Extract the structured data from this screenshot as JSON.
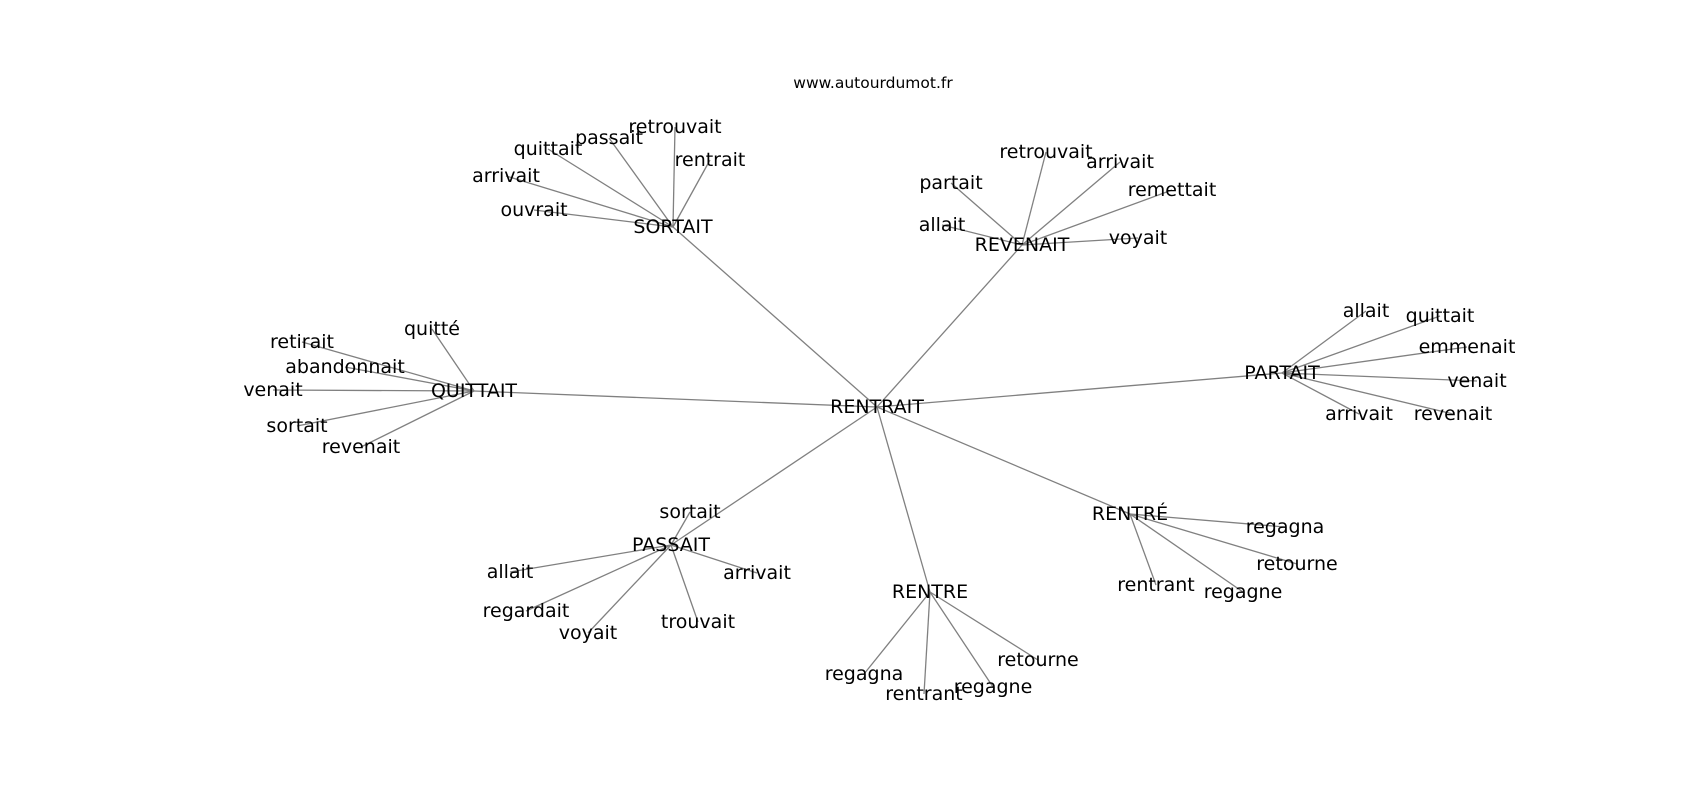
{
  "site": "www.autourdumot.fr",
  "graph": {
    "center": {
      "id": "rentrait",
      "label": "RENTRAIT"
    },
    "hubs": [
      {
        "id": "sortait",
        "label": "SORTAIT",
        "leaves": [
          {
            "id": "s-ouvrait",
            "label": "ouvrait"
          },
          {
            "id": "s-arrivait",
            "label": "arrivait"
          },
          {
            "id": "s-quittait",
            "label": "quittait"
          },
          {
            "id": "s-passait",
            "label": "passait"
          },
          {
            "id": "s-retrouvait",
            "label": "retrouvait"
          },
          {
            "id": "s-rentrait",
            "label": "rentrait"
          }
        ]
      },
      {
        "id": "revenait",
        "label": "REVENAIT",
        "leaves": [
          {
            "id": "rv-allait",
            "label": "allait"
          },
          {
            "id": "rv-partait",
            "label": "partait"
          },
          {
            "id": "rv-retrouvait",
            "label": "retrouvait"
          },
          {
            "id": "rv-arrivait",
            "label": "arrivait"
          },
          {
            "id": "rv-remettait",
            "label": "remettait"
          },
          {
            "id": "rv-voyait",
            "label": "voyait"
          }
        ]
      },
      {
        "id": "partait",
        "label": "PARTAIT",
        "leaves": [
          {
            "id": "p-allait",
            "label": "allait"
          },
          {
            "id": "p-quittait",
            "label": "quittait"
          },
          {
            "id": "p-emmenait",
            "label": "emmenait"
          },
          {
            "id": "p-venait",
            "label": "venait"
          },
          {
            "id": "p-revenait",
            "label": "revenait"
          },
          {
            "id": "p-arrivait",
            "label": "arrivait"
          }
        ]
      },
      {
        "id": "quittait",
        "label": "QUITTAIT",
        "leaves": [
          {
            "id": "q-quitte",
            "label": "quitté"
          },
          {
            "id": "q-retirait",
            "label": "retirait"
          },
          {
            "id": "q-abandonnait",
            "label": "abandonnait"
          },
          {
            "id": "q-venait",
            "label": "venait"
          },
          {
            "id": "q-sortait",
            "label": "sortait"
          },
          {
            "id": "q-revenait",
            "label": "revenait"
          }
        ]
      },
      {
        "id": "passait",
        "label": "PASSAIT",
        "leaves": [
          {
            "id": "pa-sortait",
            "label": "sortait"
          },
          {
            "id": "pa-allait",
            "label": "allait"
          },
          {
            "id": "pa-regardait",
            "label": "regardait"
          },
          {
            "id": "pa-voyait",
            "label": "voyait"
          },
          {
            "id": "pa-trouvait",
            "label": "trouvait"
          },
          {
            "id": "pa-arrivait",
            "label": "arrivait"
          }
        ]
      },
      {
        "id": "rentre",
        "label": "RENTRE",
        "leaves": [
          {
            "id": "r-regagna",
            "label": "regagna"
          },
          {
            "id": "r-rentrant",
            "label": "rentrant"
          },
          {
            "id": "r-regagne",
            "label": "regagne"
          },
          {
            "id": "r-retourne",
            "label": "retourne"
          }
        ]
      },
      {
        "id": "rentre-acc",
        "label": "RENTRÉ",
        "leaves": [
          {
            "id": "ra-regagna",
            "label": "regagna"
          },
          {
            "id": "ra-retourne",
            "label": "retourne"
          },
          {
            "id": "ra-regagne",
            "label": "regagne"
          },
          {
            "id": "ra-rentrant",
            "label": "rentrant"
          }
        ]
      }
    ]
  }
}
